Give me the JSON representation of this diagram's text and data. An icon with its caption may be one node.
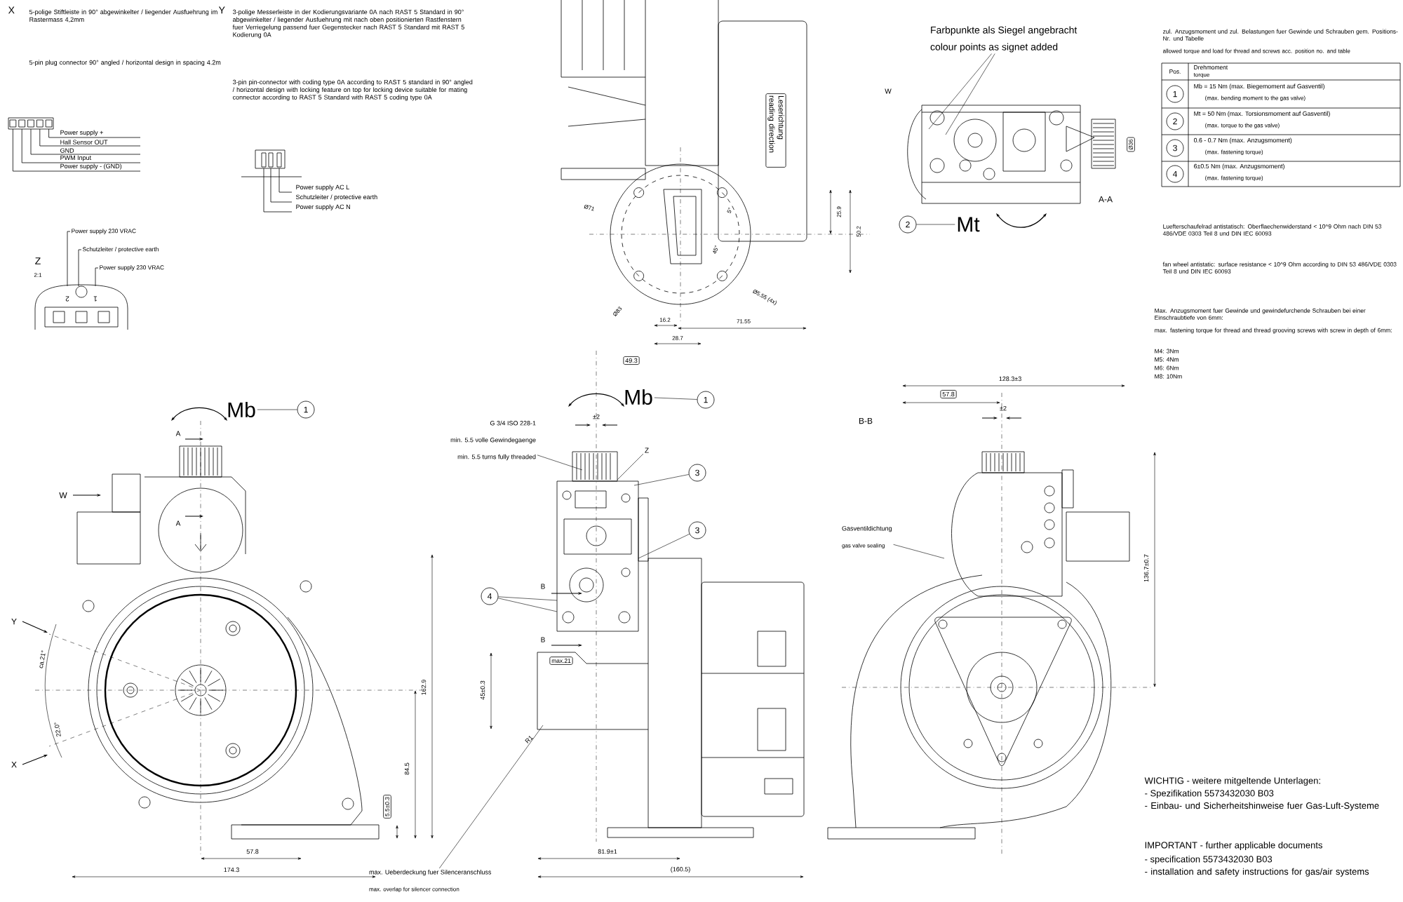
{
  "diagram": {
    "nodes": [
      {
        "text": [
          "Mb"
        ]
      },
      {
        "text": [
          "1"
        ]
      },
      {
        "text": [
          "Mb"
        ]
      },
      {
        "text": [
          "1"
        ]
      },
      {
        "text": [
          "Mt"
        ]
      },
      {
        "text": [
          "2"
        ]
      },
      {
        "text": [
          "3"
        ]
      },
      {
        "text": [
          "3"
        ]
      },
      {
        "text": [
          "4"
        ]
      },
      {
        "text": [
          "G 3/4 ISO 228-1",
          "min. 5.5 volle Gewindegaenge",
          "min. 5.5 turns fully threaded"
        ]
      },
      {
        "text": [
          "Z"
        ]
      },
      {
        "text": [
          "Gasventildichtung",
          "gas valve sealing"
        ]
      },
      {
        "text": [
          "Farbpunkte als Siegel angebracht",
          "colour points as signet added"
        ]
      },
      {
        "text": [
          "max. Ueberdeckung fuer Silenceranschluss",
          "max. overlap for silencer connection"
        ]
      },
      {
        "text": [
          "1"
        ]
      },
      {
        "text": [
          "2"
        ]
      },
      {
        "text": [
          "3"
        ]
      },
      {
        "text": [
          "4"
        ]
      }
    ],
    "edges": [
      {
        "from": 1,
        "to": 0,
        "arrow": "none"
      },
      {
        "from": 3,
        "to": 2,
        "arrow": "none"
      },
      {
        "from": 5,
        "to": 4,
        "arrow": "none"
      },
      {
        "from": 6,
        "to": null,
        "arrow": "none"
      },
      {
        "from": 7,
        "to": null,
        "arrow": "none"
      },
      {
        "from": 8,
        "to": null,
        "arrow": "none"
      },
      {
        "from": 8,
        "to": null,
        "arrow": "none"
      },
      {
        "from": 9,
        "to": null,
        "arrow": "none"
      },
      {
        "from": 10,
        "to": null,
        "arrow": "none"
      },
      {
        "from": 11,
        "to": null,
        "arrow": "none"
      },
      {
        "from": 12,
        "to": null,
        "arrow": "none"
      },
      {
        "from": 12,
        "to": null,
        "arrow": "none"
      },
      {
        "from": 13,
        "to": null,
        "arrow": "none"
      }
    ],
    "labels": [
      "X",
      "5-polige Stiftleiste in 90° abgewinkelter / liegender Ausfuehrung im Rastermass 4,2mm",
      "5-pin plug connector 90° angled / horizontal design in spacing 4.2m",
      "Power supply +",
      "Hall Sensor OUT",
      "GND",
      "PWM Input",
      "Power supply - (GND)",
      "Y",
      "3-polige Messerleiste in der Kodierungsvariante 0A nach RAST 5 Standard in 90° abgewinkelter / liegender Ausfuehrung mit nach oben positionierten Rastfenstern fuer Verriegelung passend fuer Gegenstecker nach RAST 5 Standard mit RAST 5 Kodierung 0A",
      "3-pin pin-connector with coding type 0A according to RAST 5 standard in 90° angled / horizontal design with locking feature on top for locking device suitable for mating connector according to RAST 5 Standard with RAST 5 coding type 0A",
      "Power supply AC L",
      "Schutzleiter / protective earth",
      "Power supply AC N",
      "Power supply 230 VRAC",
      "Schutzleiter / protective earth",
      "Power supply 230 VRAC",
      "Z",
      "2:1",
      "2",
      "1",
      "Leserichtung reading direction",
      "Ø71",
      "Ø83",
      "Ø5.55 (4x)",
      "45°",
      "5°",
      "25.9",
      "50.2",
      "16.2",
      "28.7",
      "71.55",
      "W",
      "Ø36",
      "A-A",
      "zul. Anzugsmoment und zul. Belastungen fuer Gewinde und Schrauben gem. Positions-Nr. und Tabelle",
      "allowed torque and load for thread and screws acc. position no. and table",
      "Pos.",
      "Drehmoment",
      "torque",
      "Mb = 15 Nm (max. Biegemoment auf Gasventil)",
      "(max. bending moment to the gas valve)",
      "Mt = 50 Nm (max. Torsionsmoment auf Gasventil)",
      "(max. torque to the gas valve)",
      "0.6 - 0.7 Nm (max. Anzugsmoment)",
      "(max. fastening torque)",
      "6±0.5 Nm (max. Anzugsmoment)",
      "(max. fastening torque)",
      "Luefterschaufelrad antistatisch: Oberflaechenwiderstand < 10^9 Ohm nach DIN 53 486/VDE 0303 Teil 8 und DIN IEC 60093",
      "fan wheel antistatic: surface resistance < 10^9 Ohm according to DIN 53 486/VDE 0303 Teil 8 und DIN IEC 60093",
      "Max. Anzugsmoment fuer Gewinde und gewindefurchende Schrauben bei einer Einschraubtiefe von 6mm:",
      "max. fastening torque for thread and thread grooving screws with screw in depth of 6mm:",
      "M4: 3Nm",
      "M5: 4Nm",
      "M6: 6Nm",
      "M8: 10Nm",
      "A",
      "A",
      "W",
      "Y",
      "X",
      "ca.21°",
      "22.0°",
      "162.9",
      "84.5",
      "5.5±0.3",
      "57.8",
      "174.3",
      "49.3",
      "±2",
      "B",
      "B",
      "max.21",
      "45±0.3",
      "R1",
      "81.9±1",
      "(160.5)",
      "B-B",
      "128.3±3",
      "57.8",
      "±2",
      "136.7±0.7",
      "WICHTIG - weitere mitgeltende Unterlagen:",
      "- Spezifikation 5573432030 B03",
      "- Einbau- und Sicherheitshinweise fuer Gas-Luft-Systeme",
      "IMPORTANT - further applicable documents",
      "- specification 5573432030 B03",
      "- installation and safety instructions for gas/air systems"
    ]
  }
}
